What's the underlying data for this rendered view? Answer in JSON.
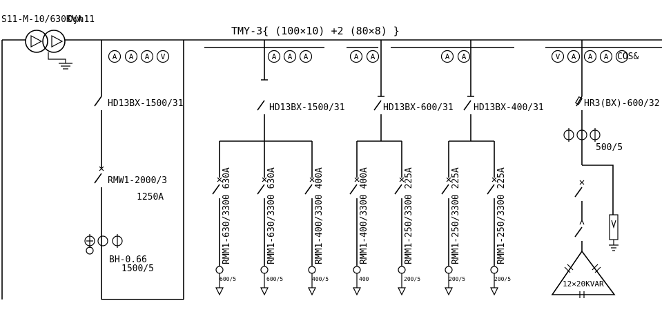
{
  "transformer": {
    "model": "S11-M-10/630KVA",
    "connection": "Dyn11"
  },
  "busbar": {
    "label": "TMY-3{ (100×10) +2 (80×8) }"
  },
  "incoming": {
    "meters": [
      "A",
      "A",
      "A",
      "V"
    ],
    "switch": "HD13BX-1500/31",
    "breaker": "RMW1-2000/3",
    "breaker_rating": "1250A",
    "ct_model": "BH-0.66",
    "ct_ratio": "1500/5"
  },
  "groups": [
    {
      "meters": [
        "A",
        "A",
        "A"
      ],
      "switch": "HD13BX-1500/31"
    },
    {
      "meters": [
        "A",
        "A"
      ],
      "switch": "HD13BX-600/31"
    },
    {
      "meters": [
        "A",
        "A"
      ],
      "switch": "HD13BX-400/31"
    }
  ],
  "feeders": [
    {
      "breaker": "RMM1-630/3300 630A",
      "ct": "600/5"
    },
    {
      "breaker": "RMM1-630/3300 630A",
      "ct": "600/5"
    },
    {
      "breaker": "RMM1-400/3300 400A",
      "ct": "400/5"
    },
    {
      "breaker": "RMM1-400/3300 400A",
      "ct": "400"
    },
    {
      "breaker": "RMM1-250/3300 225A",
      "ct": "200/5"
    },
    {
      "breaker": "RMM1-250/3300 225A",
      "ct": "200/5"
    },
    {
      "breaker": "RMM1-250/3300 225A",
      "ct": "200/5"
    }
  ],
  "capacitor": {
    "meters": [
      "V",
      "A",
      "A",
      "A"
    ],
    "cos_label": "COS&",
    "fuse_switch": "HR3(BX)-600/32",
    "ct_ratio": "500/5",
    "bank": "12×20KVAR"
  }
}
